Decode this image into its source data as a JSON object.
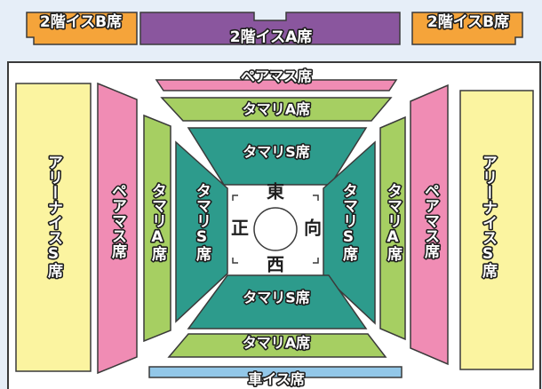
{
  "colors": {
    "background": "#e6eef8",
    "arena_bg": "#ffffff",
    "outline": "#3a3a3a",
    "tier2_b": "#f5a43a",
    "tier2_a": "#8a569e",
    "pair_mass": "#f08cb4",
    "tamari_a": "#a6cf62",
    "tamari_s": "#2d9b8c",
    "arena_s": "#fbf4a0",
    "wheelchair": "#92c7e8",
    "ring": "#ffffff"
  },
  "sections": {
    "tier2_b_left": "2階イスB席",
    "tier2_a": "2階イスA席",
    "tier2_b_right": "2階イスB席",
    "pair_mass_top": "ペアマス席",
    "tamari_a_top": "タマリA席",
    "tamari_s_top": "タマリS席",
    "arena_s_left": "アリーナイスS席",
    "pair_mass_left": "ペアマス席",
    "tamari_a_left": "タマリA席",
    "tamari_s_left": "タマリS席",
    "tamari_s_right": "タマリS席",
    "tamari_a_right": "タマリA席",
    "pair_mass_right": "ペアマス席",
    "arena_s_right": "アリーナイスS席",
    "tamari_s_bottom": "タマリS席",
    "tamari_a_bottom": "タマリA席",
    "wheelchair": "車イス席"
  },
  "directions": {
    "east": "東",
    "west": "西",
    "shomen": "正",
    "mukou": "向"
  },
  "icons": {
    "dohyo": "dohyo-ring-icon"
  }
}
